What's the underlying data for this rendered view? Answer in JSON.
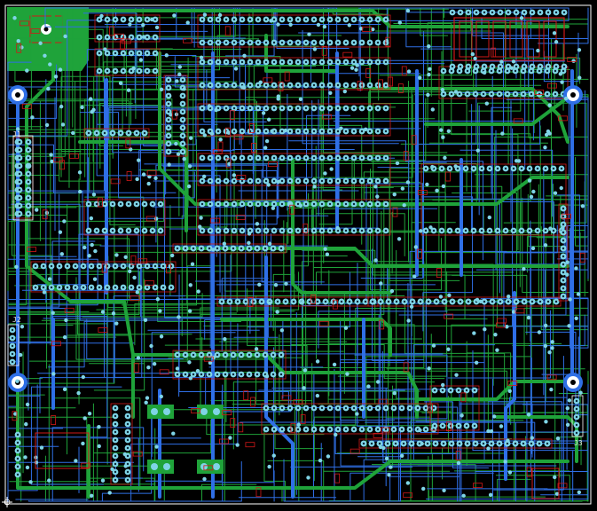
{
  "board": {
    "connectors": [
      {
        "id": "j1",
        "label": "J1"
      },
      {
        "id": "j2",
        "label": "J2"
      },
      {
        "id": "j3",
        "label": "J3"
      }
    ],
    "colors": {
      "background": "#000000",
      "top_copper": "#1fa33a",
      "bottom_copper": "#2f6fe6",
      "silkscreen_outline": "#d01818",
      "pad": "#7fd4e6",
      "drill": "#0a2a3a",
      "text": "#e8e8e8",
      "outline": "#ffffff"
    }
  }
}
